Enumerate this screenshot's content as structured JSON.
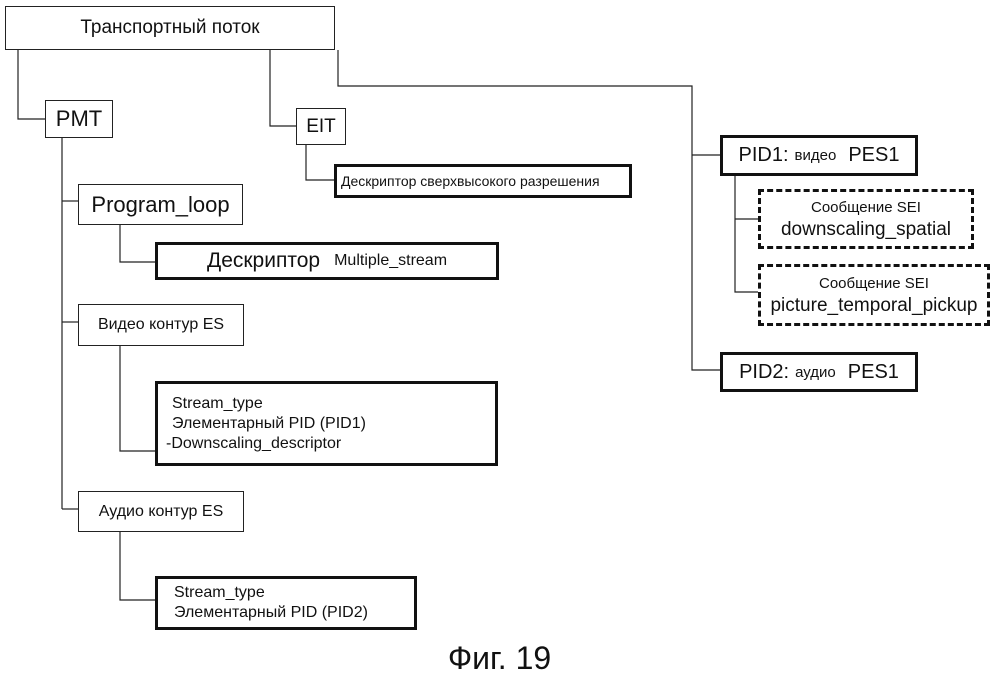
{
  "diagram": {
    "root": "Транспортный поток",
    "pmt": "PMT",
    "eit": "EIT",
    "eit_descriptor": "Дескриптор сверхвысокого разрешения",
    "program_loop": "Program_loop",
    "multiple_stream_prefix": "Дескриптор",
    "multiple_stream_name": "Multiple_stream",
    "video_loop": "Видео контур ES",
    "video_es": {
      "line1": "Stream_type",
      "line2": "Элементарный PID (PID1)",
      "line3": "-Downscaling_descriptor"
    },
    "audio_loop": "Аудио контур ES",
    "audio_es": {
      "line1": "Stream_type",
      "line2": "Элементарный PID (PID2)"
    },
    "pid1": {
      "id": "PID1:",
      "kind": "видео",
      "pes": "PES1"
    },
    "sei1": {
      "line1": "Сообщение SEI",
      "line2": "downscaling_spatial"
    },
    "sei2": {
      "line1": "Сообщение SEI",
      "line2": "picture_temporal_pickup"
    },
    "pid2": {
      "id": "PID2:",
      "kind": "аудио",
      "pes": "PES1"
    }
  },
  "caption": "Фиг. 19"
}
